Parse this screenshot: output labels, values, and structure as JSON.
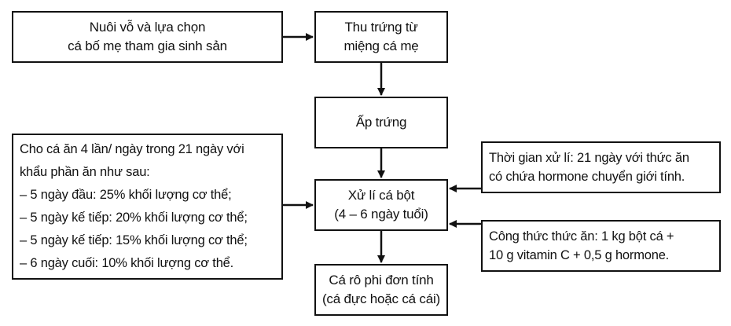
{
  "boxes": {
    "parent_selection": {
      "lines": [
        "Nuôi vỗ và lựa chọn",
        "cá bố mẹ tham gia sinh sản"
      ]
    },
    "egg_collection": {
      "lines": [
        "Thu trứng từ",
        "miệng cá mẹ"
      ]
    },
    "incubation": {
      "lines": [
        "Ấp trứng"
      ]
    },
    "fry_treatment": {
      "lines": [
        "Xử lí cá bột",
        "(4 – 6 ngày tuổi)"
      ]
    },
    "result": {
      "lines": [
        "Cá rô phi đơn tính",
        "(cá đực hoặc cá cái)"
      ]
    },
    "feeding_schedule": {
      "lines": [
        "Cho cá ăn 4 lần/ ngày trong 21 ngày với",
        "khẩu phần ăn như sau:",
        "– 5 ngày đầu: 25% khối lượng cơ thể;",
        "– 5 ngày kế tiếp: 20% khối lượng cơ thể;",
        "– 5 ngày kế tiếp: 15% khối lượng cơ thể;",
        "– 6 ngày cuối: 10% khối lượng cơ thể."
      ]
    },
    "treatment_time": {
      "lines": [
        "Thời gian xử lí: 21 ngày với thức ăn",
        "có chứa hormone chuyển giới tính."
      ]
    },
    "feed_formula": {
      "lines": [
        "Công thức thức ăn: 1 kg bột cá +",
        "10 g vitamin C + 0,5 g hormone."
      ]
    }
  },
  "colors": {
    "stroke": "#111111",
    "background": "#ffffff"
  }
}
